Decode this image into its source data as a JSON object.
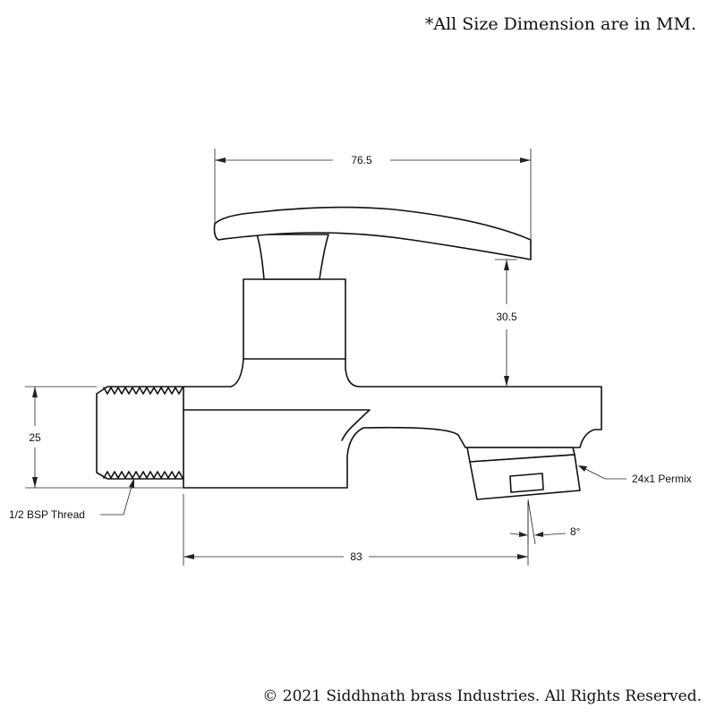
{
  "notes": {
    "units": "*All Size Dimension are in MM.",
    "copyright": "© 2021 Siddhnath brass Industries. All Rights Reserved."
  },
  "dimensions": {
    "handle_width": "76.5",
    "handle_height": "30.5",
    "inlet_height": "25",
    "body_length": "83",
    "spout_angle": "8°"
  },
  "callouts": {
    "thread": "1/2 BSP Thread",
    "aerator": "24x1 Permix"
  }
}
